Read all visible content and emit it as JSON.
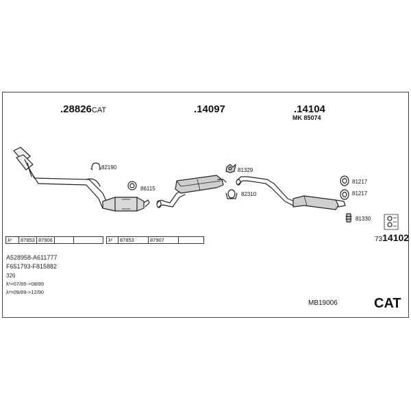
{
  "parts_top": {
    "p1_num": ".28826",
    "p1_suffix": "CAT",
    "p2_num": ".14097",
    "p3_num": ".14104",
    "p3_sub": "MK  85074"
  },
  "refs": {
    "r82190": "82190",
    "r86115": "86115",
    "r81329": "81329",
    "r82310": "82310",
    "r81217a": "81217",
    "r81217b": "81217",
    "r81330": "81330"
  },
  "table_row1": {
    "lambda": "λ¹",
    "c1": "87853",
    "c2": "87906"
  },
  "table_row2": {
    "lambda": "λ²",
    "c1": "87853",
    "c2": "87907"
  },
  "code_right": {
    "prefix": "73",
    "num": "14102"
  },
  "notes": {
    "line1": "A528958-A611777",
    "line2": "F651793-F815882",
    "line3": "326",
    "line4": "λ¹=07/85->08/89",
    "line5": "λ²=09/89->12/90"
  },
  "footer": {
    "model": "MB19006",
    "cat": "CAT"
  }
}
